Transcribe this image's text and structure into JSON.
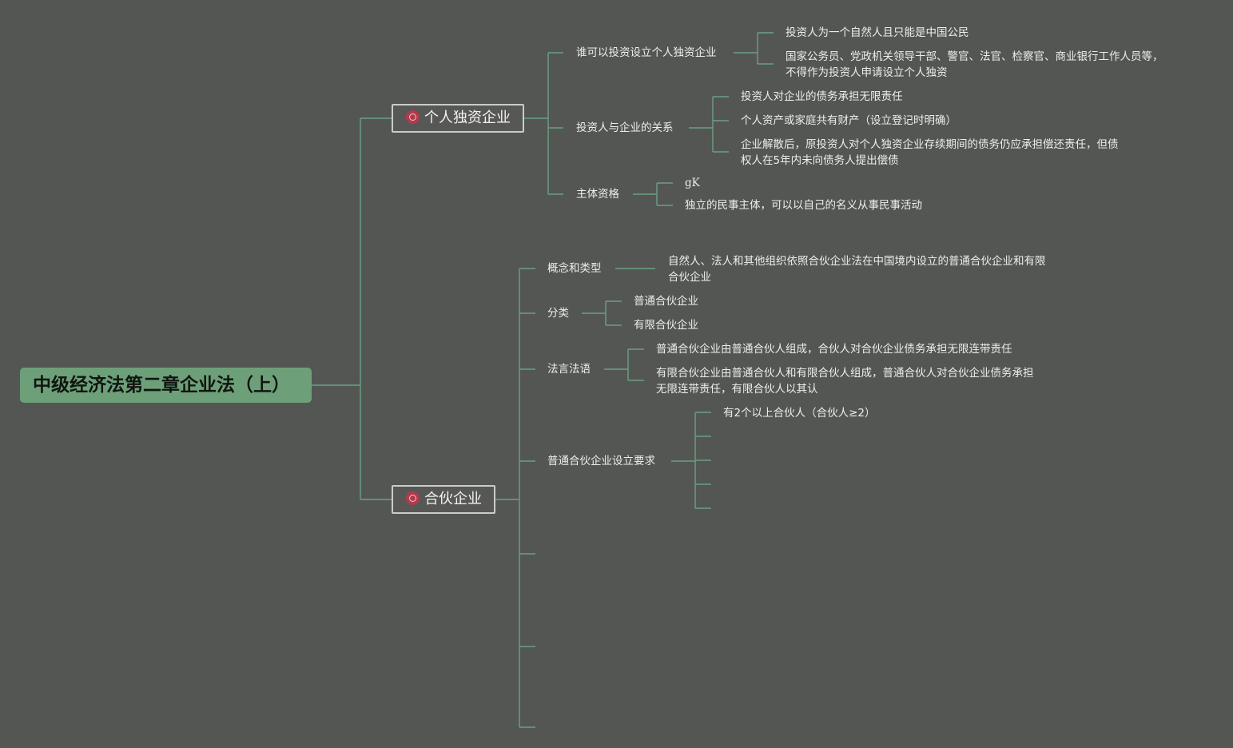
{
  "root": {
    "title": "中级经济法第二章企业法（上）"
  },
  "branches": [
    {
      "label": "个人独资企业",
      "icon": "seal-icon",
      "topics": [
        {
          "label": "谁可以投资设立个人独资企业",
          "items": [
            "投资人为一个自然人且只能是中国公民",
            "国家公务员、党政机关领导干部、警官、法官、检察官、商业银行工作人员等，",
            "不得作为投资人申请设立个人独资"
          ]
        },
        {
          "label": "投资人与企业的关系",
          "items": [
            "投资人对企业的债务承担无限责任",
            "个人资产或家庭共有财产（设立登记时明确）",
            "企业解散后，原投资人对个人独资企业存续期间的债务仍应承担偿还责任，但债",
            "权人在5年内未向债务人提出偿债"
          ]
        },
        {
          "label": "主体资格",
          "items": [
            "gK",
            "独立的民事主体，可以以自己的名义从事民事活动"
          ]
        }
      ]
    },
    {
      "label": "合伙企业",
      "icon": "seal-icon",
      "topics": [
        {
          "label": "概念和类型",
          "items": [
            "自然人、法人和其他组织依照合伙企业法在中国境内设立的普通合伙企业和有限",
            "合伙企业"
          ]
        },
        {
          "label": "分类",
          "items": [
            "普通合伙企业",
            "有限合伙企业"
          ]
        },
        {
          "label": "法言法语",
          "items": [
            "普通合伙企业由普通合伙人组成，合伙人对合伙企业债务承担无限连带责任",
            "有限合伙企业由普通合伙人和有限合伙人组成，普通合伙人对合伙企业债务承担",
            "无限连带责任，有限合伙人以其认"
          ]
        },
        {
          "label": "普通合伙企业设立要求",
          "items": [
            "有2个以上合伙人（合伙人≥2）"
          ]
        }
      ]
    }
  ],
  "colors": {
    "background": "#545653",
    "line": "#6aa083",
    "root_fill": "#6da079",
    "branch_border": "#c9ccc7",
    "icon": "#b23a4a"
  }
}
